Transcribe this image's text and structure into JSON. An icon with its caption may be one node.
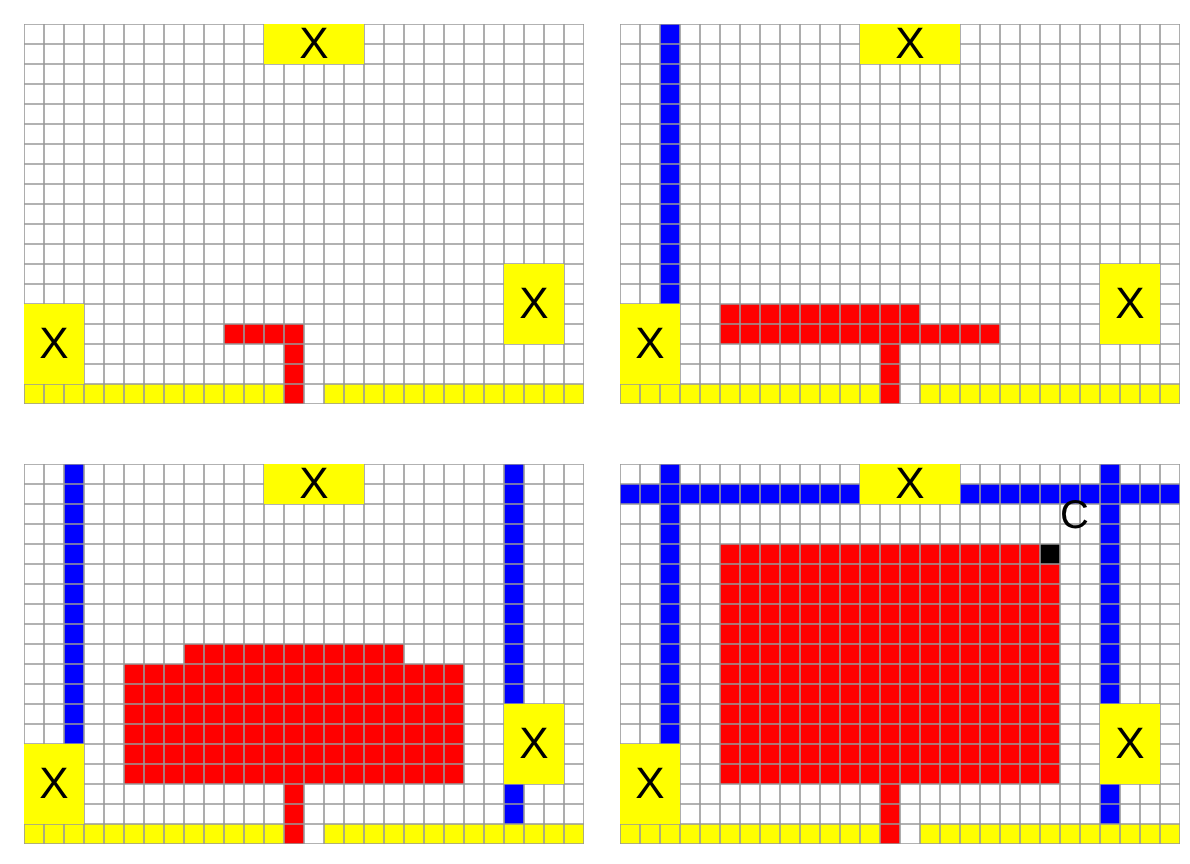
{
  "diagram": {
    "nodes": [
      {
        "text": [
          "X"
        ]
      },
      {
        "text": [
          "X"
        ]
      },
      {
        "text": [
          "X"
        ]
      },
      {
        "text": [
          "X"
        ]
      },
      {
        "text": [
          "X"
        ]
      },
      {
        "text": [
          "X"
        ]
      },
      {
        "text": [
          "X"
        ]
      },
      {
        "text": [
          "X"
        ]
      },
      {
        "text": [
          "X"
        ]
      },
      {
        "text": [
          "X"
        ]
      },
      {
        "text": [
          "X"
        ]
      },
      {
        "text": [
          "X"
        ]
      }
    ],
    "labels": [
      "C"
    ]
  }
}
